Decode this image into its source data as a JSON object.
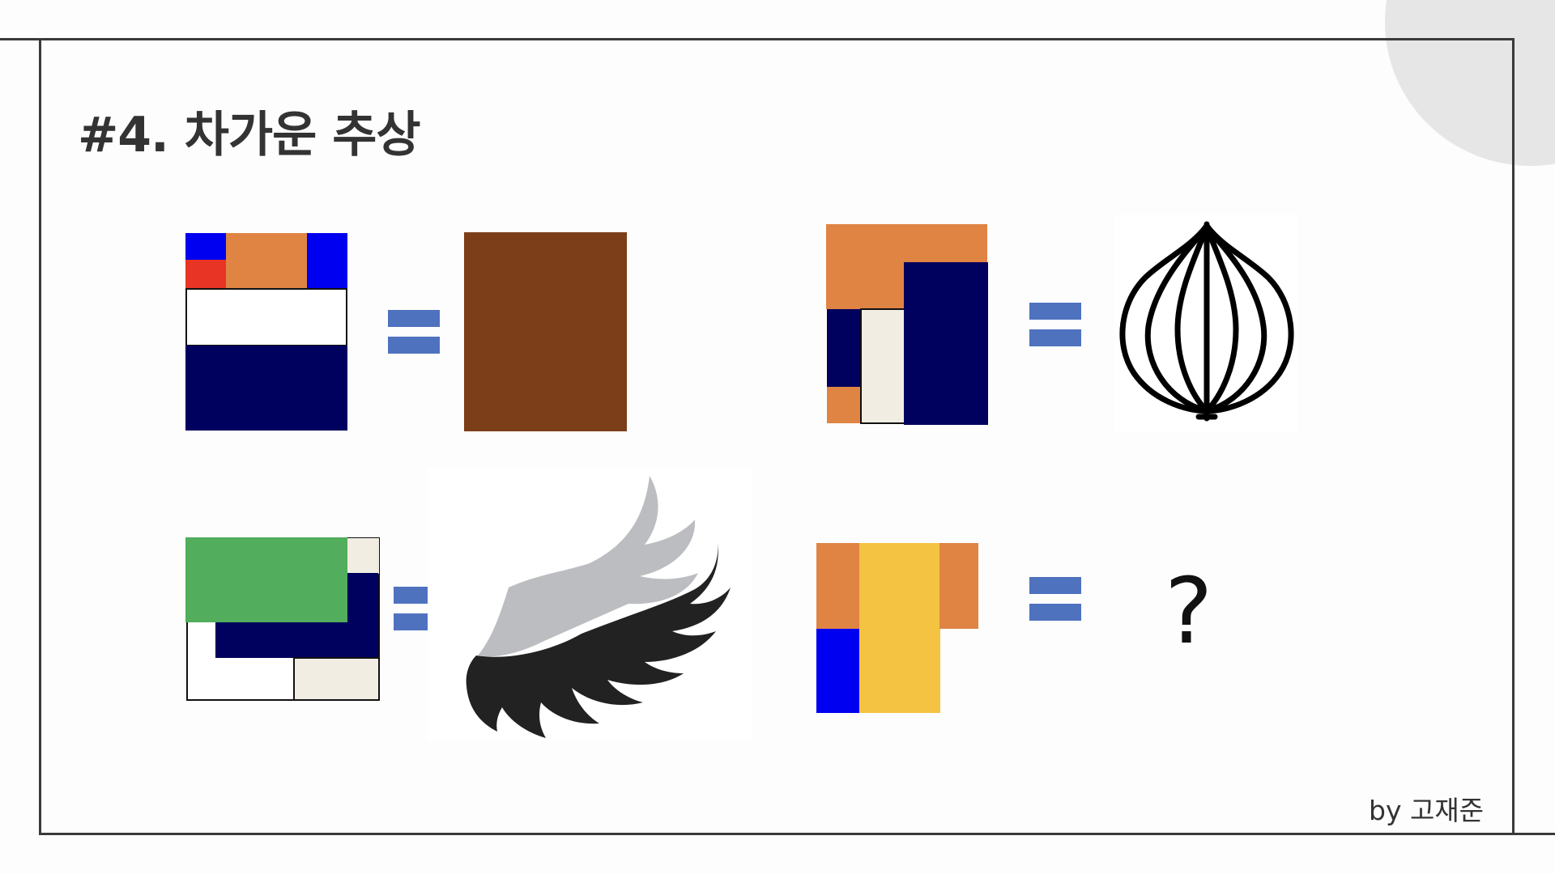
{
  "slide": {
    "title": "#4. 차가운 추상",
    "byline": "by 고재준",
    "question_mark": "?"
  },
  "colors": {
    "frame": "#3a3a3a",
    "equals": "#4f72bf",
    "blue": "#0000f0",
    "red": "#e83424",
    "orange": "#e08444",
    "navy": "#00005e",
    "brown": "#7b3e18",
    "cream": "#f1ede2",
    "green": "#52ad5c",
    "yellow": "#f4c342",
    "wing_grey": "#bcbdc0",
    "wing_black": "#222222"
  },
  "icons": {
    "result_1": "brown-square",
    "result_2": "onion-icon",
    "result_3": "wing-icon",
    "result_4": "question-mark"
  }
}
